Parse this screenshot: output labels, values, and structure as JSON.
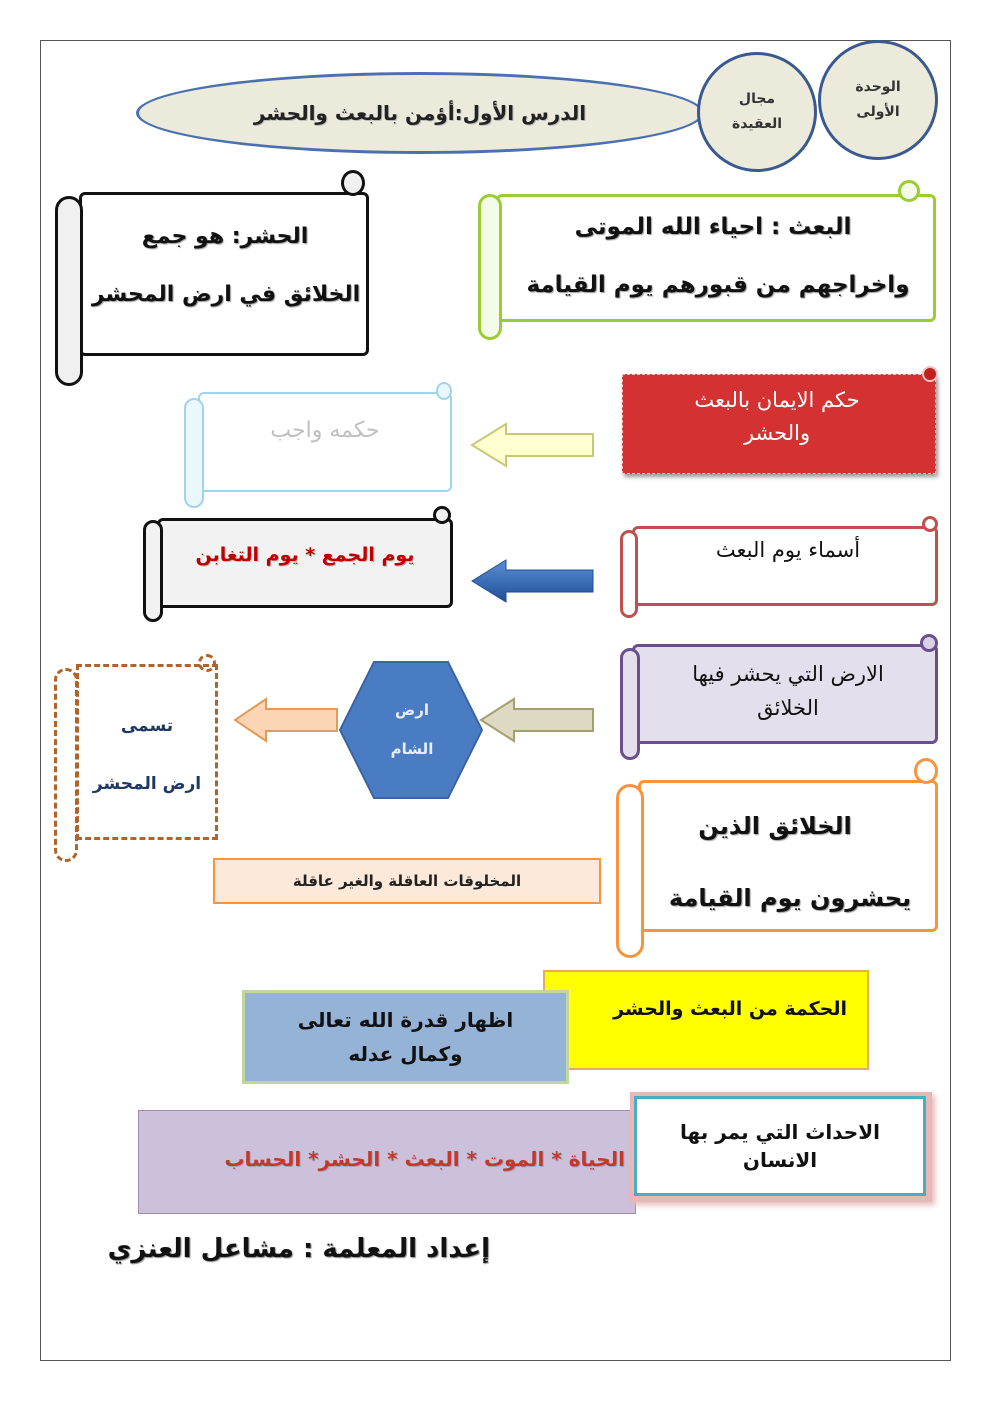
{
  "header": {
    "lesson_title": "الدرس الأول:أؤمن بالبعث والحشر",
    "domain_line1": "مجال",
    "domain_line2": "العقيدة",
    "unit_line1": "الوحدة",
    "unit_line2": "الأولى"
  },
  "definitions": {
    "baath_line1": "البعث : احياء الله الموتى",
    "baath_line2": "واخراجهم من قبورهم يوم القيامة",
    "hashr_line1": "الحشر: هو جمع",
    "hashr_line2": "الخلائق في ارض المحشر"
  },
  "ruling": {
    "label_line1": "حكم الايمان بالبعث",
    "label_line2": "والحشر",
    "value": "حكمه واجب"
  },
  "names": {
    "label": "أسماء يوم البعث",
    "value": "يوم الجمع * يوم التغابن"
  },
  "land": {
    "label_line1": "الارض التي يحشر فيها",
    "label_line2": "الخلائق",
    "hex_line1": "ارض",
    "hex_line2": "الشام",
    "named_line1": "تسمى",
    "named_line2": "ارض المحشر"
  },
  "creatures": {
    "label_line1": "الخلائق الذين",
    "label_line2": "يحشرون يوم القيامة",
    "value": "المخلوقات العاقلة والغير عاقلة"
  },
  "wisdom": {
    "label": "الحكمة من البعث والحشر",
    "value_line1": "اظهار قدرة الله تعالى",
    "value_line2": "وكمال عدله"
  },
  "events": {
    "label_line1": "الاحداث التي يمر بها",
    "label_line2": "الانسان",
    "value": "الحياة * الموت * البعث * الحشر* الحساب"
  },
  "footer": {
    "credit": "إعداد المعلمة : مشاعل العنزي"
  },
  "colors": {
    "green_border": "#9acd32",
    "red_box": "#d43232",
    "blue_arrow": "#2f68b3",
    "purple_border": "#6a4f8c",
    "orange_border": "#f7943d",
    "yellow_box": "#ffff00",
    "steel_box": "#95b3d7",
    "lilac_box": "#ccc0da"
  }
}
